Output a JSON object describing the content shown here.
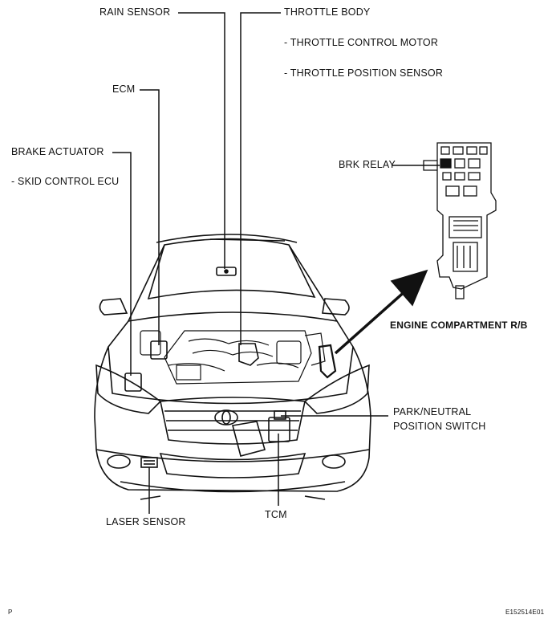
{
  "labels": {
    "rain_sensor": "RAIN SENSOR",
    "throttle_body": "THROTTLE BODY",
    "throttle_control_motor": "- THROTTLE CONTROL MOTOR",
    "throttle_position_sensor": "- THROTTLE POSITION SENSOR",
    "ecm": "ECM",
    "brake_actuator": "BRAKE ACTUATOR",
    "skid_control_ecu": "- SKID CONTROL ECU",
    "brk_relay": "BRK RELAY",
    "engine_compartment_rb": "ENGINE COMPARTMENT R/B",
    "park_neutral_1": "PARK/NEUTRAL",
    "park_neutral_2": "POSITION SWITCH",
    "laser_sensor": "LASER SENSOR",
    "tcm": "TCM"
  },
  "footer": {
    "left_code": "P",
    "right_code": "E152514E01"
  }
}
